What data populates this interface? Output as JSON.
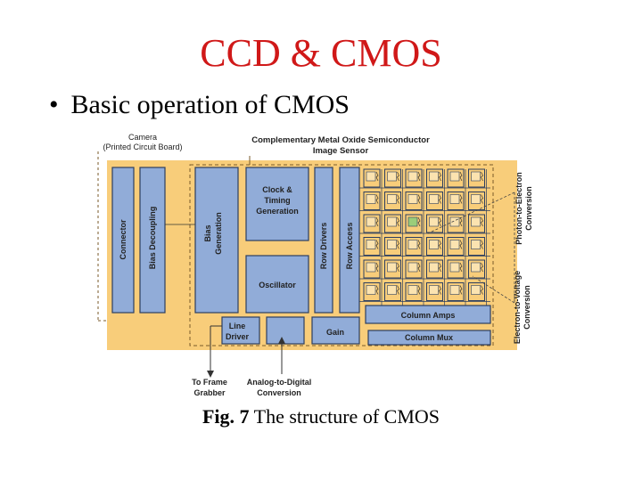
{
  "slide": {
    "title": "CCD & CMOS",
    "bullet": "Basic operation of CMOS",
    "caption_bold": "Fig. 7",
    "caption_text": " The structure of CMOS"
  },
  "diagram": {
    "camera_label_1": "Camera",
    "camera_label_2": "(Printed Circuit Board)",
    "sensor_label_1": "Complementary Metal Oxide Semiconductor",
    "sensor_label_2": "Image Sensor",
    "connector": "Connector",
    "bias_decoupling": "Bias Decoupling",
    "bias_generation_1": "Bias",
    "bias_generation_2": "Generation",
    "clock_1": "Clock &",
    "clock_2": "Timing",
    "clock_3": "Generation",
    "oscillator": "Oscillator",
    "row_drivers": "Row Drivers",
    "row_access": "Row Access",
    "column_amps": "Column Amps",
    "column_mux": "Column Mux",
    "gain": "Gain",
    "line_driver_1": "Line",
    "line_driver_2": "Driver",
    "frame_grabber_1": "To Frame",
    "frame_grabber_2": "Grabber",
    "adc_1": "Analog-to-Digital",
    "adc_2": "Conversion",
    "photon_1": "Photon-to-Electron",
    "photon_2": "Conversion",
    "electron_1": "Electron-to-Voltage",
    "electron_2": "Conversion",
    "colors": {
      "board": "#f8cd7a",
      "block": "#91acd8",
      "block_stroke": "#2c3e60",
      "highlight_pixel": "#9bcd7a",
      "title_red": "#d01818"
    }
  }
}
